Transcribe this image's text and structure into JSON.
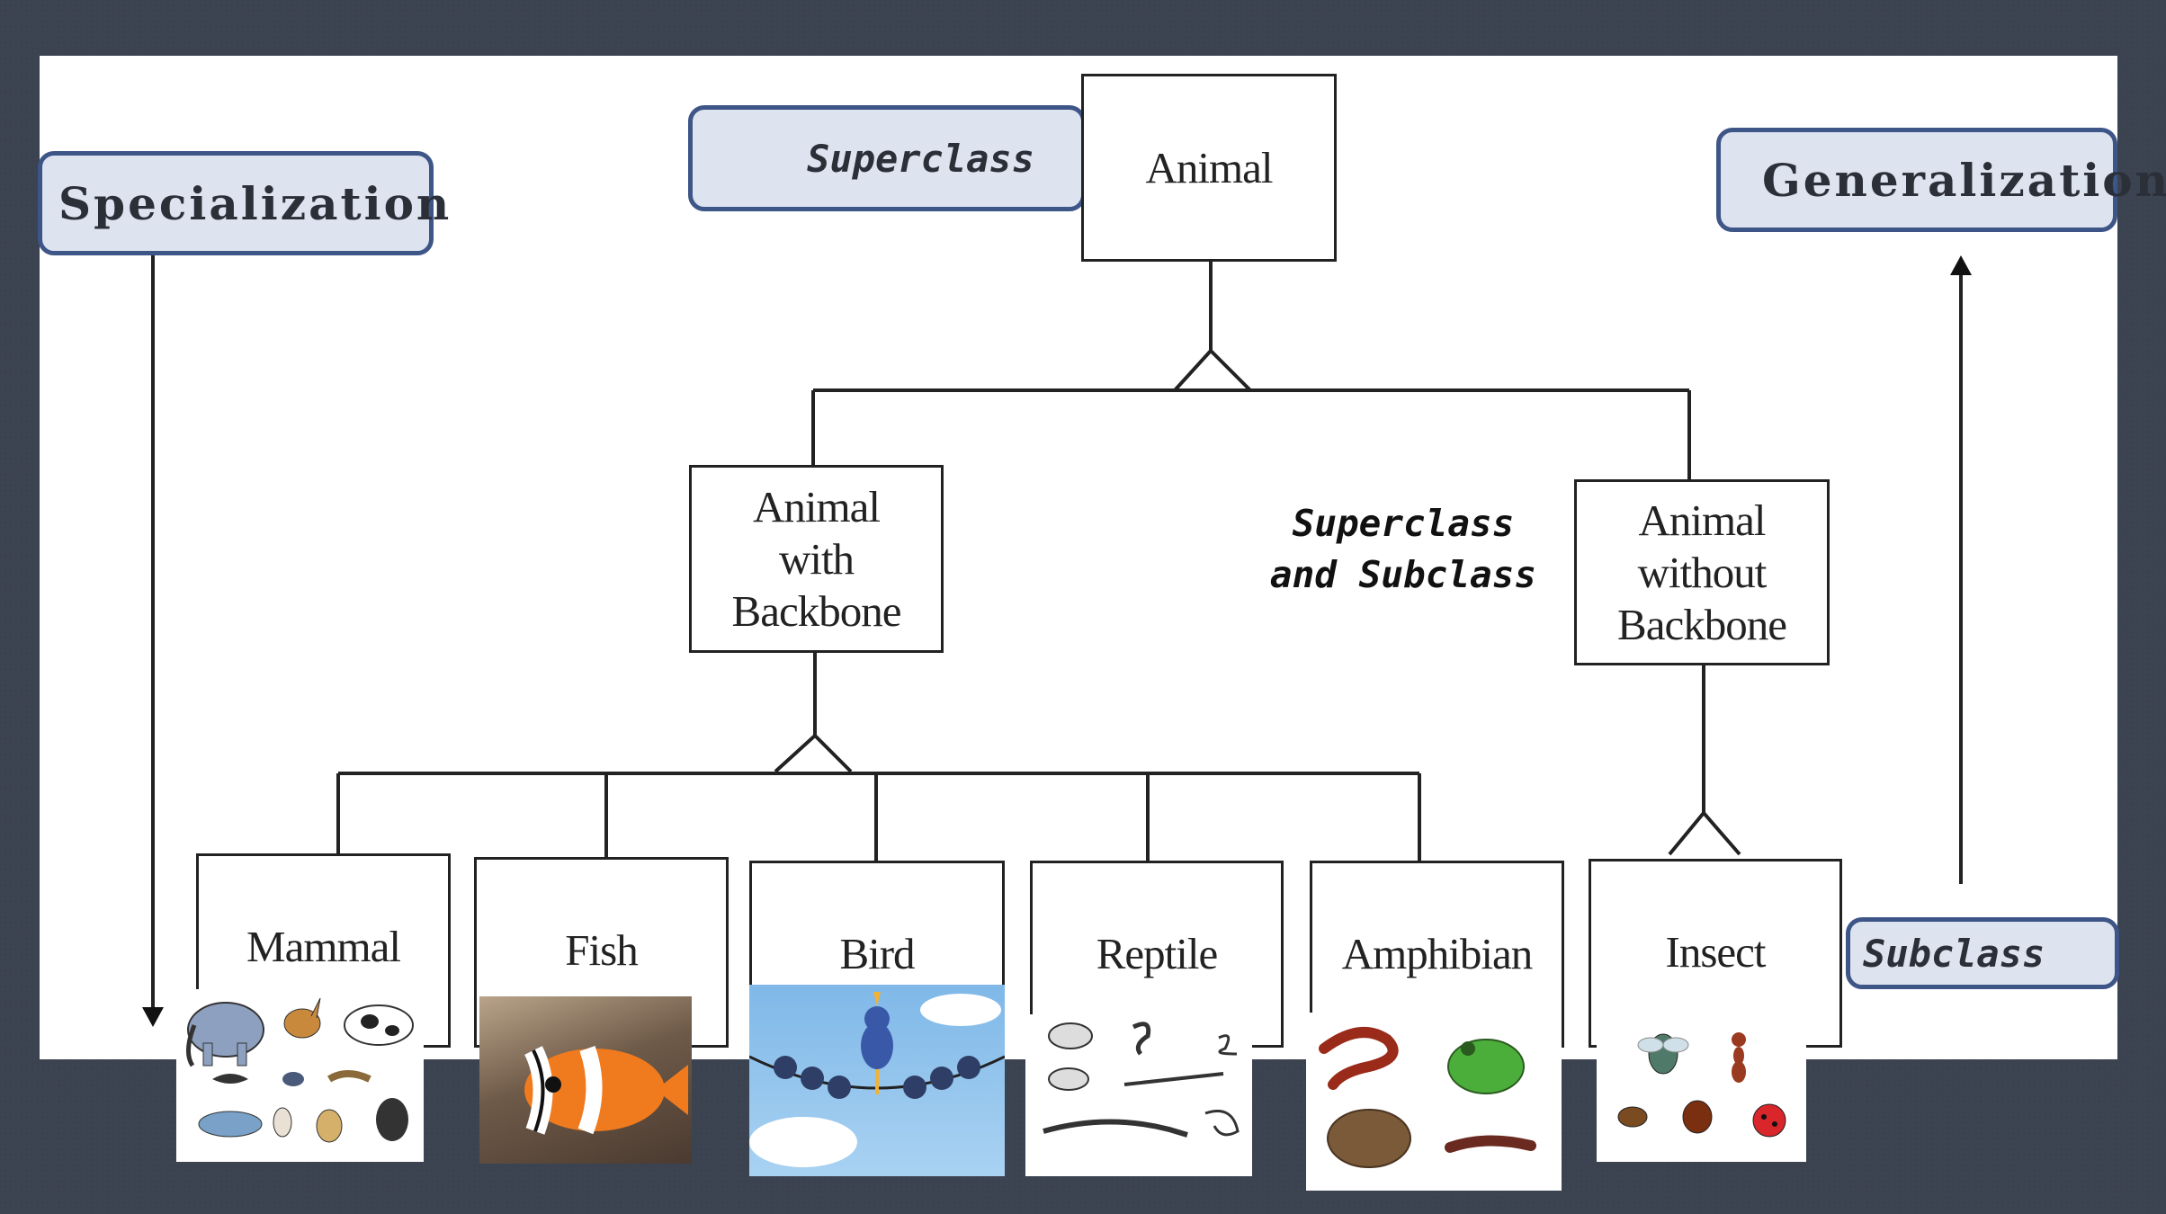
{
  "callouts": {
    "specialization": "Specialization",
    "superclass": "Superclass",
    "generalization": "Generalization",
    "subclass": "Subclass",
    "superclass_and_subclass": "Superclass\nand Subclass"
  },
  "nodes": {
    "animal": "Animal",
    "with_backbone": "Animal\nwith\nBackbone",
    "without_backbone": "Animal\nwithout\nBackbone",
    "mammal": "Mammal",
    "fish": "Fish",
    "bird": "Bird",
    "reptile": "Reptile",
    "amphibian": "Amphibian",
    "insect": "Insect"
  },
  "images": {
    "mammal": "mammals-illustration",
    "fish": "clownfish-photo",
    "bird": "birds-on-wire-illustration",
    "reptile": "reptiles-sketch",
    "amphibian": "amphibians-illustration",
    "insect": "insects-illustration"
  },
  "colors": {
    "background": "#3b4250",
    "callout_fill": "#dde3ef",
    "callout_border": "#3e5587",
    "box_border": "#222222"
  }
}
